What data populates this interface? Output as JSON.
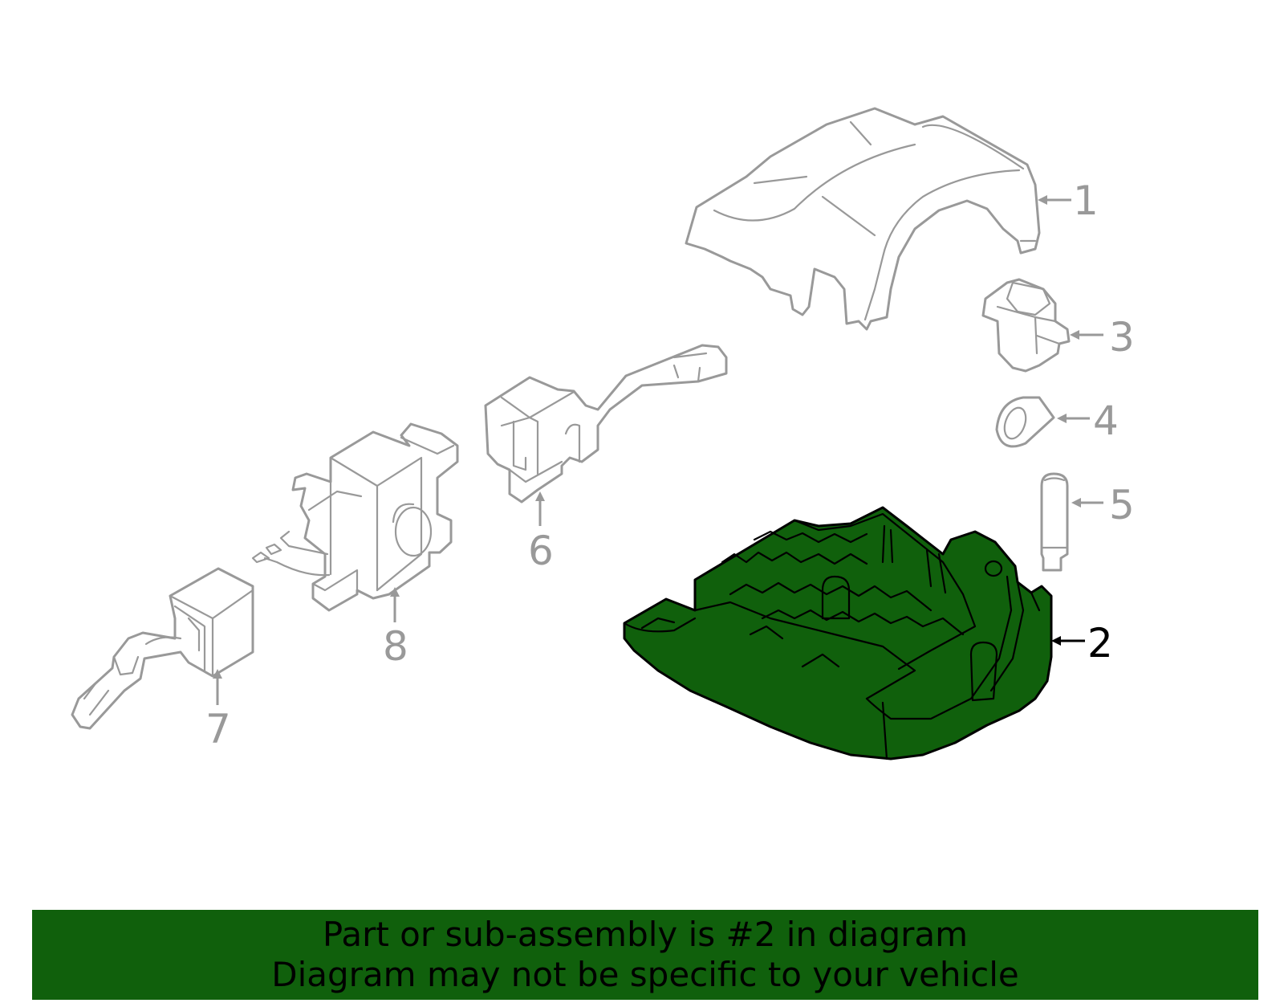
{
  "callouts": {
    "n1": "1",
    "n2": "2",
    "n3": "3",
    "n4": "4",
    "n5": "5",
    "n6": "6",
    "n7": "7",
    "n8": "8"
  },
  "highlighted_part": "2",
  "colors": {
    "highlight_fill": "#10600c",
    "outline_gray": "#999999",
    "banner_bg": "#10600c",
    "text": "#000000"
  },
  "banner": {
    "line1": "Part or sub-assembly is #2 in diagram",
    "line2": "Diagram may not be specific to your vehicle"
  }
}
